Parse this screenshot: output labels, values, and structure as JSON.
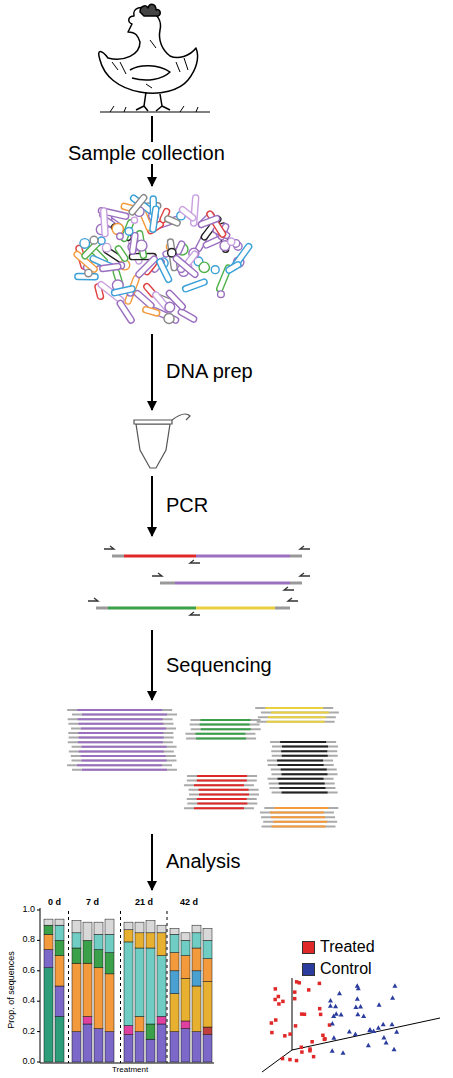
{
  "diagram": {
    "labels": [
      "Sample collection",
      "DNA prep",
      "PCR",
      "Sequencing",
      "Analysis",
      "0 d",
      "7 d",
      "21 d",
      "42 d",
      "1.0",
      "0.8",
      "0.6",
      "0.4",
      "0.2",
      "0.0",
      "Prop. of sequences",
      "Treatment"
    ],
    "legend": [
      {
        "text": "Treated",
        "color": "#e02828"
      },
      {
        "text": "Control",
        "color": "#2a3c9e"
      }
    ]
  }
}
